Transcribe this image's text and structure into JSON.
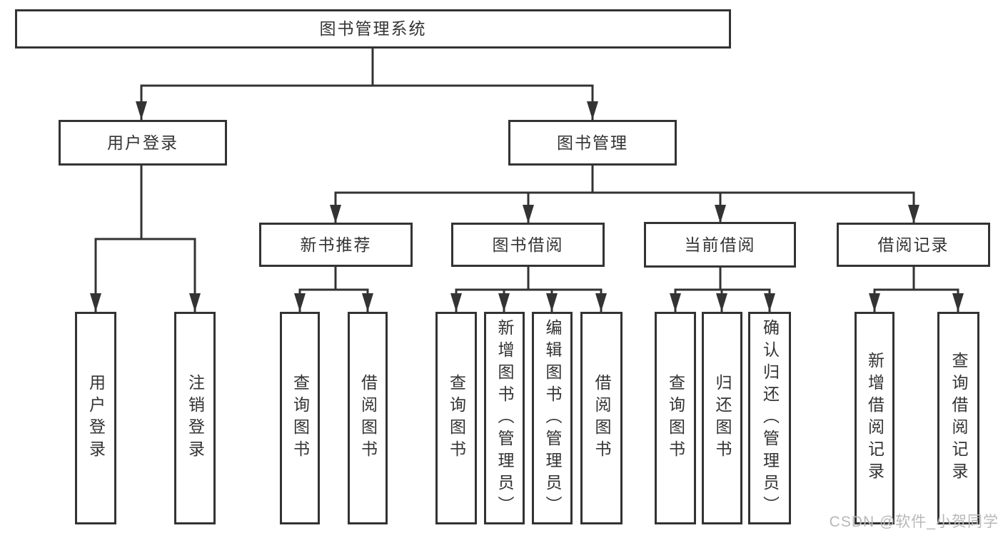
{
  "colors": {
    "line": "#333333",
    "box_border": "#333333",
    "text": "#333333",
    "watermark": "#b8b8b8",
    "background": "#ffffff"
  },
  "watermark": "CSDN @软件_小贺同学",
  "nodes": {
    "root": {
      "label": "图书管理系统"
    },
    "user_login": {
      "label": "用户登录"
    },
    "book_management": {
      "label": "图书管理"
    },
    "user_login_action": {
      "label": "用户登录"
    },
    "logout": {
      "label": "注销登录"
    },
    "new_book_recommend": {
      "label": "新书推荐"
    },
    "book_borrowing": {
      "label": "图书借阅"
    },
    "current_borrowing": {
      "label": "当前借阅"
    },
    "borrowing_records": {
      "label": "借阅记录"
    },
    "query_books_recommend": {
      "label": "查询图书"
    },
    "borrow_books_recommend": {
      "label": "借阅图书"
    },
    "query_books_borrowing": {
      "label": "查询图书"
    },
    "add_books_admin": {
      "label": "新增图书（管理员）"
    },
    "edit_books_admin": {
      "label": "编辑图书（管理员）"
    },
    "borrow_books_borrowing": {
      "label": "借阅图书"
    },
    "query_books_current": {
      "label": "查询图书"
    },
    "return_books": {
      "label": "归还图书"
    },
    "confirm_return_admin": {
      "label": "确认归还（管理员）"
    },
    "add_borrow_record": {
      "label": "新增借阅记录"
    },
    "query_borrow_record": {
      "label": "查询借阅记录"
    }
  },
  "hierarchy": {
    "图书管理系统": {
      "用户登录": [
        "用户登录",
        "注销登录"
      ],
      "图书管理": {
        "新书推荐": [
          "查询图书",
          "借阅图书"
        ],
        "图书借阅": [
          "查询图书",
          "新增图书（管理员）",
          "编辑图书（管理员）",
          "借阅图书"
        ],
        "当前借阅": [
          "查询图书",
          "归还图书",
          "确认归还（管理员）"
        ],
        "借阅记录": [
          "新增借阅记录",
          "查询借阅记录"
        ]
      }
    }
  }
}
